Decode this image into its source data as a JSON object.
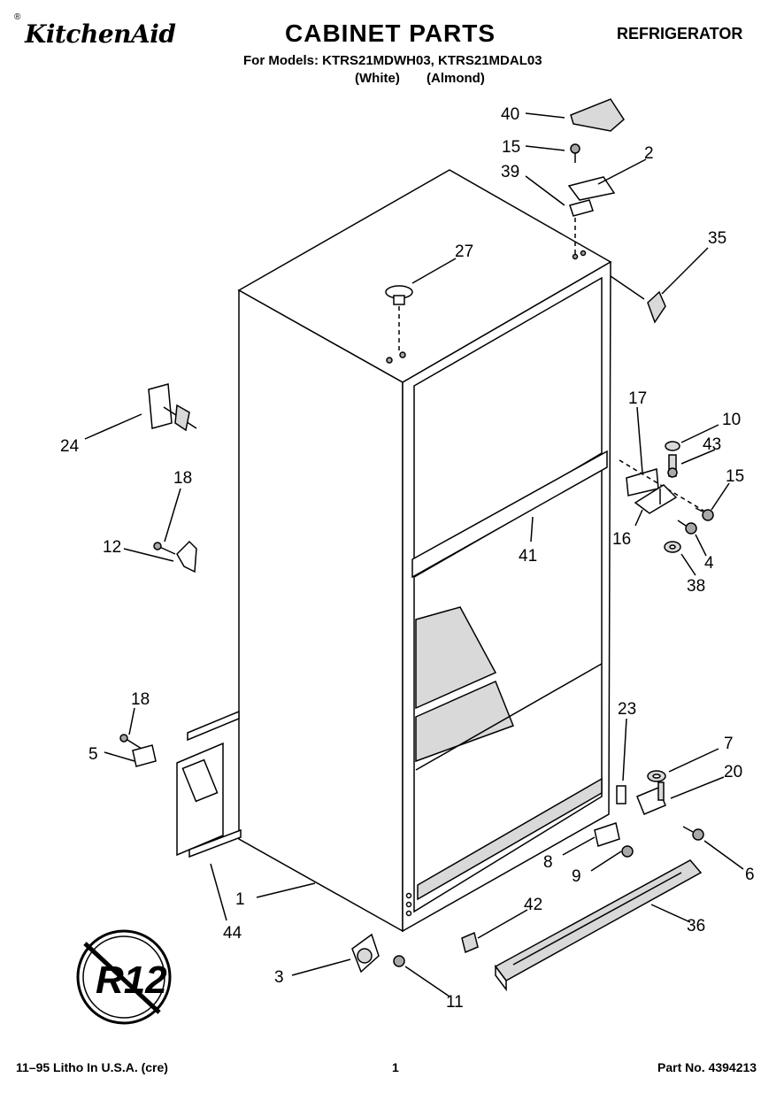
{
  "header": {
    "brand": "KitchenAid",
    "brand_mark": "®",
    "title": "CABINET PARTS",
    "category": "REFRIGERATOR",
    "models_line": "For Models: KTRS21MDWH03, KTRS21MDAL03",
    "color_white": "(White)",
    "color_almond": "(Almond)"
  },
  "diagram": {
    "callouts": [
      "40",
      "15",
      "2",
      "39",
      "35",
      "27",
      "24",
      "18",
      "12",
      "17",
      "10",
      "43",
      "15",
      "16",
      "4",
      "38",
      "41",
      "18",
      "5",
      "23",
      "7",
      "20",
      "1",
      "44",
      "8",
      "9",
      "6",
      "42",
      "36",
      "3",
      "11"
    ],
    "emblem_text": "R12"
  },
  "footer": {
    "left": "11–95 Litho In U.S.A. (cre)",
    "page": "1",
    "part_no": "Part No. 4394213"
  }
}
